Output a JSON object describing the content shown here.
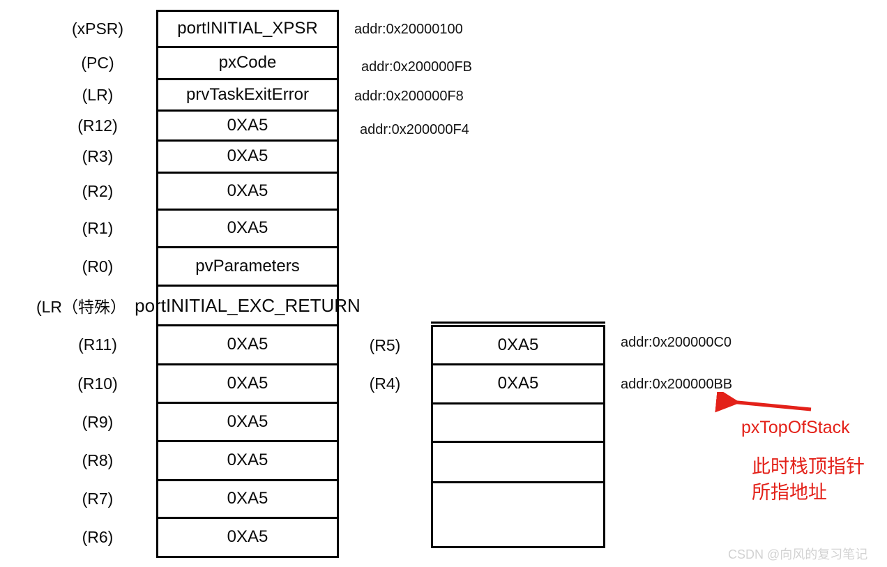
{
  "diagram": {
    "left_stack": {
      "rows": [
        {
          "label": "(xPSR)",
          "value": "portINITIAL_XPSR"
        },
        {
          "label": "(PC)",
          "value": "pxCode"
        },
        {
          "label": "(LR)",
          "value": "prvTaskExitError"
        },
        {
          "label": "(R12)",
          "value": "0XA5"
        },
        {
          "label": "(R3)",
          "value": "0XA5"
        },
        {
          "label": "(R2)",
          "value": "0XA5"
        },
        {
          "label": "(R1)",
          "value": "0XA5"
        },
        {
          "label": "(R0)",
          "value": "pvParameters"
        },
        {
          "label": "(LR（特殊）",
          "value": "portINITIAL_EXC_RETURN"
        },
        {
          "label": "(R11)",
          "value": "0XA5"
        },
        {
          "label": "(R10)",
          "value": "0XA5"
        },
        {
          "label": "(R9)",
          "value": "0XA5"
        },
        {
          "label": "(R8)",
          "value": "0XA5"
        },
        {
          "label": "(R7)",
          "value": "0XA5"
        },
        {
          "label": "(R6)",
          "value": "0XA5"
        }
      ]
    },
    "right_stack": {
      "rows": [
        {
          "label": "(R5)",
          "value": "0XA5"
        },
        {
          "label": "(R4)",
          "value": "0XA5"
        },
        {
          "label": "",
          "value": ""
        },
        {
          "label": "",
          "value": ""
        },
        {
          "label": "",
          "value": ""
        }
      ]
    },
    "addr_labels": [
      "addr:0x20000100",
      "addr:0x200000FB",
      "addr:0x200000F8",
      "addr:0x200000F4",
      "addr:0x200000C0",
      "addr:0x200000BB"
    ],
    "annotation": {
      "pointer_label": "pxTopOfStack",
      "note_line1": "此时栈顶指针",
      "note_line2": "所指地址",
      "arrow_color": "#e32119"
    },
    "watermark": "CSDN @向风的复习笔记"
  }
}
